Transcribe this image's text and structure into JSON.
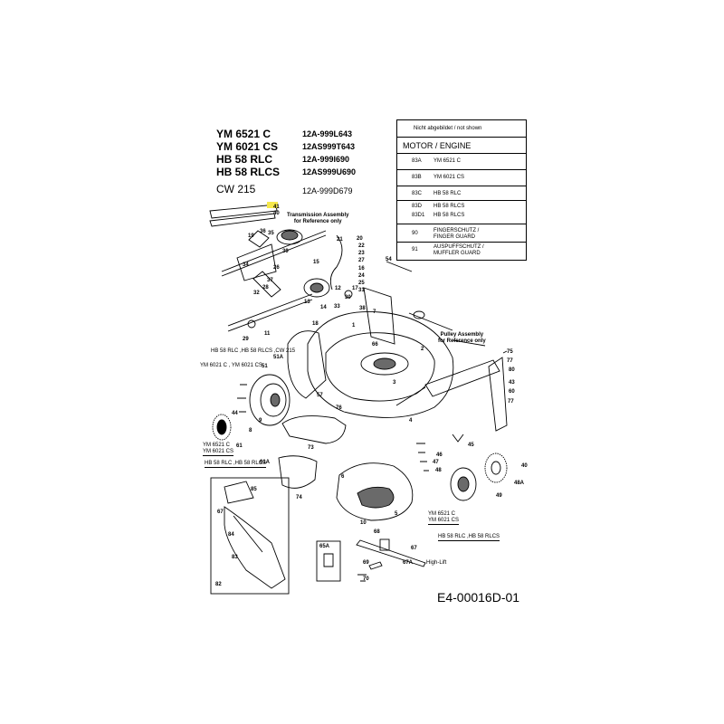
{
  "header": {
    "models": [
      {
        "model": "YM 6521 C",
        "code": "12A-999L643"
      },
      {
        "model": "YM 6021 CS",
        "code": "12AS999T643"
      },
      {
        "model": "HB 58 RLC",
        "code": "12A-999I690"
      },
      {
        "model": "HB 58 RLCS",
        "code": "12AS999U690"
      },
      {
        "model": "CW 215",
        "code": "12A-999D679"
      }
    ]
  },
  "legend": {
    "not_shown": "Nicht abgebildet / not shown",
    "section_title": "MOTOR / ENGINE",
    "rows": [
      {
        "code": "83A",
        "text": "YM 6521 C"
      },
      {
        "code": "83B",
        "text": "YM 6021 CS"
      },
      {
        "code": "83C",
        "text": "HB 58 RLC"
      },
      {
        "code": "83D",
        "text": "HB 58 RLCS"
      },
      {
        "code": "83D1",
        "text": "HB 58 RLCS"
      },
      {
        "code": "90",
        "text": "FINGERSCHUTZ / FINGER GUARD"
      },
      {
        "code": "91",
        "text": "AUSPUFFSCHUTZ / MUFFLER GUARD"
      }
    ]
  },
  "annotations": {
    "transmission": "Transmission Assembly\nfor Reference only",
    "pulley": "Pulley Assembly\nfor Reference only",
    "variant_hb_top": "HB 58 RLC ,HB 58 RLCS ,CW 215",
    "variant_ym_top": "YM 6021 C , YM 6021 CS",
    "variant_ym_left": "YM 6521 C\nYM 6021 CS",
    "variant_hb_left": "HB 58 RLC ,HB 58 RLCS",
    "variant_ym_right": "YM 6521 C\nYM 6021 CS",
    "variant_hb_right": "HB 58 RLC ,HB 58 RLCS",
    "high_lift": "High-Lift",
    "doc_id": "E4-00016D-01"
  },
  "callouts": [
    {
      "id": "c41",
      "n": "41"
    },
    {
      "id": "c40",
      "n": "40"
    },
    {
      "id": "c19",
      "n": "19"
    },
    {
      "id": "c36",
      "n": "36"
    },
    {
      "id": "c35",
      "n": "35"
    },
    {
      "id": "c39",
      "n": "39"
    },
    {
      "id": "c34",
      "n": "34"
    },
    {
      "id": "c37",
      "n": "37"
    },
    {
      "id": "c28",
      "n": "28"
    },
    {
      "id": "c32",
      "n": "32"
    },
    {
      "id": "c20",
      "n": "20"
    },
    {
      "id": "c22",
      "n": "22"
    },
    {
      "id": "c23",
      "n": "23"
    },
    {
      "id": "c15",
      "n": "15"
    },
    {
      "id": "c27",
      "n": "27"
    },
    {
      "id": "c16",
      "n": "16"
    },
    {
      "id": "c24",
      "n": "24"
    },
    {
      "id": "c25",
      "n": "25"
    },
    {
      "id": "c31",
      "n": "31"
    },
    {
      "id": "c14",
      "n": "14"
    },
    {
      "id": "c33",
      "n": "33"
    },
    {
      "id": "c18",
      "n": "18"
    },
    {
      "id": "c11",
      "n": "11"
    },
    {
      "id": "c29",
      "n": "29"
    },
    {
      "id": "c38",
      "n": "38"
    },
    {
      "id": "c54",
      "n": "54"
    },
    {
      "id": "c1",
      "n": "1"
    },
    {
      "id": "c66",
      "n": "66"
    },
    {
      "id": "c2",
      "n": "2"
    },
    {
      "id": "c3",
      "n": "3"
    },
    {
      "id": "c75",
      "n": "75"
    },
    {
      "id": "c77",
      "n": "77"
    },
    {
      "id": "c80",
      "n": "80"
    },
    {
      "id": "c43",
      "n": "43"
    },
    {
      "id": "c60",
      "n": "60"
    },
    {
      "id": "c77b",
      "n": "77"
    },
    {
      "id": "c4",
      "n": "4"
    },
    {
      "id": "c51",
      "n": "51"
    },
    {
      "id": "c51a",
      "n": "51A"
    },
    {
      "id": "c57",
      "n": "57"
    },
    {
      "id": "c76",
      "n": "76"
    },
    {
      "id": "c73",
      "n": "73"
    },
    {
      "id": "c44",
      "n": "44"
    },
    {
      "id": "c61",
      "n": "61"
    },
    {
      "id": "c61a",
      "n": "61A"
    },
    {
      "id": "c74",
      "n": "74"
    },
    {
      "id": "c6",
      "n": "6"
    },
    {
      "id": "c10",
      "n": "10"
    },
    {
      "id": "c5",
      "n": "5"
    },
    {
      "id": "c49",
      "n": "49"
    },
    {
      "id": "c48a",
      "n": "48A"
    },
    {
      "id": "c40b",
      "n": "40"
    },
    {
      "id": "c45",
      "n": "45"
    },
    {
      "id": "c46",
      "n": "46"
    },
    {
      "id": "c47",
      "n": "47"
    },
    {
      "id": "c48",
      "n": "48"
    },
    {
      "id": "c67",
      "n": "67"
    },
    {
      "id": "c82",
      "n": "82"
    },
    {
      "id": "c84",
      "n": "84"
    },
    {
      "id": "c83",
      "n": "83"
    },
    {
      "id": "c85",
      "n": "85"
    },
    {
      "id": "c67b",
      "n": "67"
    },
    {
      "id": "c65a",
      "n": "65A"
    },
    {
      "id": "c68",
      "n": "68"
    },
    {
      "id": "c69",
      "n": "69"
    },
    {
      "id": "c70",
      "n": "70"
    },
    {
      "id": "c67a",
      "n": "67A"
    },
    {
      "id": "c9",
      "n": "9"
    },
    {
      "id": "c8",
      "n": "8"
    },
    {
      "id": "c7",
      "n": "7"
    },
    {
      "id": "c26",
      "n": "26"
    },
    {
      "id": "c17",
      "n": "17"
    },
    {
      "id": "c13",
      "n": "13"
    },
    {
      "id": "c21",
      "n": "21"
    },
    {
      "id": "c30",
      "n": "30"
    },
    {
      "id": "c12",
      "n": "12"
    }
  ],
  "colors": {
    "ink": "#000000",
    "paper": "#ffffff",
    "highlight": "#f5e84a",
    "shade": "#6a6a6a"
  }
}
